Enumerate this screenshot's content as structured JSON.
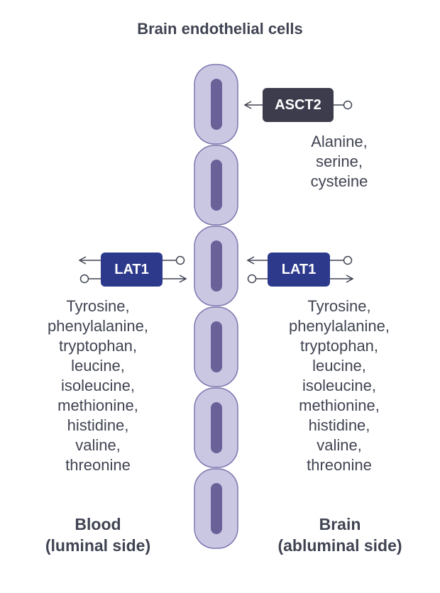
{
  "title": "Brain endothelial cells",
  "transporters": {
    "asct2": {
      "label": "ASCT2",
      "color": "#3c3c4d"
    },
    "lat1_left": {
      "label": "LAT1",
      "color": "#2d3a8c"
    },
    "lat1_right": {
      "label": "LAT1",
      "color": "#2d3a8c"
    }
  },
  "asct2_substrates": [
    "Alanine,",
    "serine,",
    "cysteine"
  ],
  "lat1_substrates": [
    "Tyrosine,",
    "phenylalanine,",
    "tryptophan,",
    "leucine,",
    "isoleucine,",
    "methionine,",
    "histidine,",
    "valine,",
    "threonine"
  ],
  "blood": {
    "line1": "Blood",
    "line2": "(luminal side)"
  },
  "brain": {
    "line1": "Brain",
    "line2": "(abluminal side)"
  },
  "colors": {
    "cell_fill": "#cac7e3",
    "cell_stroke": "#7d76ae",
    "nucleus": "#6b6199",
    "arrow": "#404452"
  }
}
